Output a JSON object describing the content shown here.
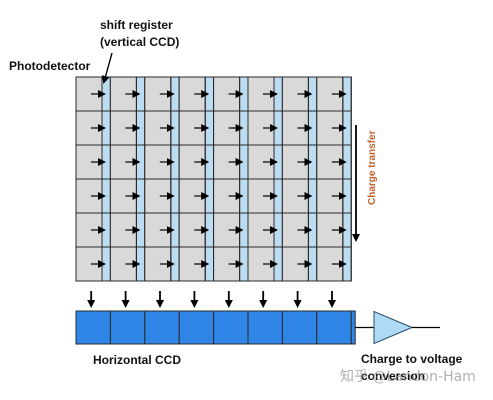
{
  "labels": {
    "shift_register_line1": "shift register",
    "shift_register_line2": "(vertical CCD)",
    "photodetector": "Photodetector",
    "charge_transfer": "Charge transfer",
    "horizontal_ccd": "Horizontal CCD",
    "charge_to_voltage_line1": "Charge to voltage",
    "charge_to_voltage_line2": "conversion",
    "watermark": "知乎 @Landon-Ham"
  },
  "grid": {
    "rows": 6,
    "columns": 8,
    "horizontal_ccd_cells": 8
  },
  "colors": {
    "photodetector_fill": "#d9d9d9",
    "vertical_ccd_fill": "#bcdcf2",
    "horizontal_ccd_fill": "#2f86e6",
    "amplifier_fill": "#aedaf6",
    "cell_outline": "#2a2a2a",
    "arrow": "#000000",
    "charge_transfer_text": "#c0602a"
  },
  "icons": {
    "cell_arrow": "right-arrow-icon",
    "transfer_arrow": "down-arrow-icon",
    "amplifier": "triangle-amplifier-icon"
  }
}
